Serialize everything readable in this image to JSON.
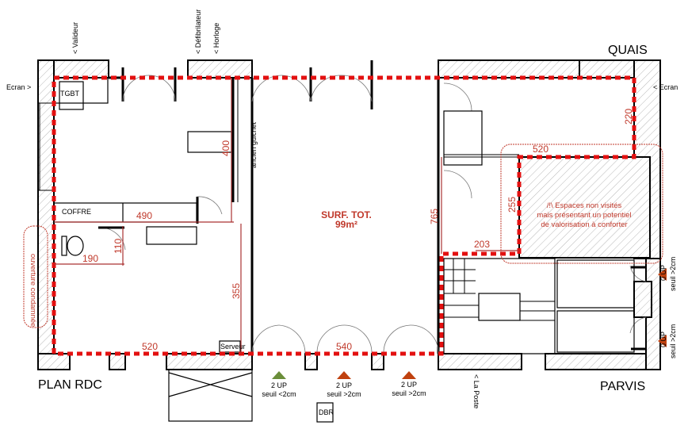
{
  "plan": {
    "title": "PLAN RDC",
    "quais": "QUAIS",
    "parvis": "PARVIS",
    "surface_label": "SURF. TOT.",
    "surface_value": "99m²"
  },
  "markers": {
    "valideur": "< Valideur",
    "defibrilateur": "< Défibrilateur",
    "horloge": "< Horloge",
    "ecran_left": "Ecran >",
    "ecran_right": "< Ecran",
    "la_poste": "< La Poste"
  },
  "rooms": {
    "tgbt": "TGBT",
    "coffre": "COFFRE",
    "serveur": "Serveur",
    "dbr": "DBR",
    "ancien_guichet": "ancien guichet"
  },
  "dimensions": {
    "d400": "400",
    "d490": "490",
    "d110": "110",
    "d190": "190",
    "d355": "355",
    "d520_left": "520",
    "d540": "540",
    "d765": "765",
    "d203": "203",
    "d255": "255",
    "d520_right": "520",
    "d220": "220"
  },
  "notes": {
    "non_visites_1": "/!\\ Espaces non visités",
    "non_visites_2": "mais présentant un potentiel",
    "non_visites_3": "de valorisation à conforter",
    "ouverture": "ouverture condamnée"
  },
  "access": [
    {
      "up": "2 UP",
      "seuil": "seuil <2cm",
      "color": "#6b8e3a"
    },
    {
      "up": "2 UP",
      "seuil": "seuil >2cm",
      "color": "#c0410f"
    },
    {
      "up": "2 UP",
      "seuil": "seuil >2cm",
      "color": "#c0410f"
    },
    {
      "up": "0 UP",
      "seuil": "seuil >2cm",
      "color": "#c0410f"
    },
    {
      "up": "0 UP",
      "seuil": "seuil >2cm",
      "color": "#c0410f"
    }
  ]
}
